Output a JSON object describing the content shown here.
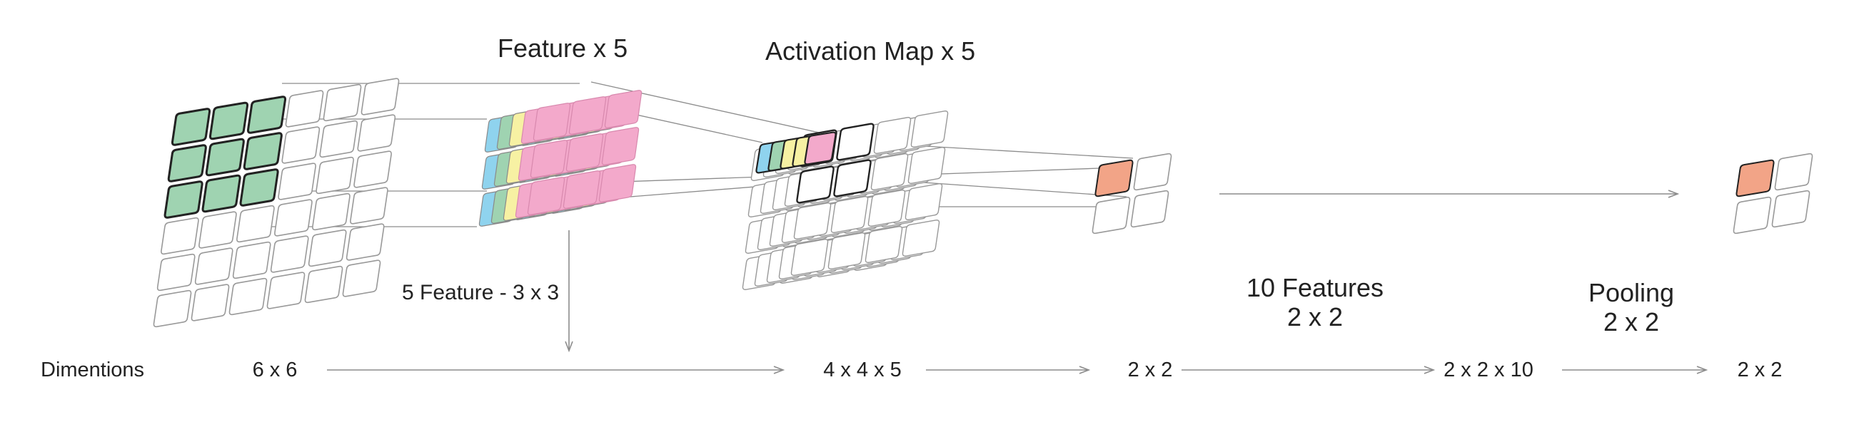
{
  "titles": {
    "feature": "Feature x 5",
    "activation": "Activation Map x 5",
    "five_feature": "5 Feature - 3 x 3",
    "ten_features_1": "10 Features",
    "ten_features_2": "2 x 2",
    "pooling_1": "Pooling",
    "pooling_2": "2 x 2"
  },
  "dimensions": {
    "label": "Dimentions",
    "d1": "6 x 6",
    "d2": "4 x 4 x 5",
    "d3": "2 x 2",
    "d4": "2 x 2 x 10",
    "d5": "2 x 2"
  },
  "colors": {
    "green": "#9fd3b1",
    "blue": "#8fd3ee",
    "yellow": "#f7f1a3",
    "pink": "#f3a9cb",
    "salmon": "#f2a487",
    "outline": "#999999",
    "dark": "#222222"
  }
}
